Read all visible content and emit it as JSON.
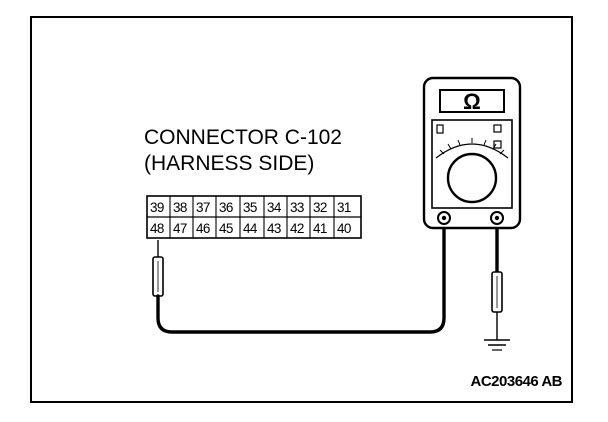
{
  "connector": {
    "title_line1": "CONNECTOR C-102",
    "title_line2": "(HARNESS SIDE)",
    "pins_top": [
      "39",
      "38",
      "37",
      "36",
      "35",
      "34",
      "33",
      "32",
      "31"
    ],
    "pins_bottom": [
      "48",
      "47",
      "46",
      "45",
      "44",
      "43",
      "42",
      "41",
      "40"
    ]
  },
  "meter": {
    "symbol": "Ω"
  },
  "figure": {
    "code": "AC203646 AB"
  }
}
